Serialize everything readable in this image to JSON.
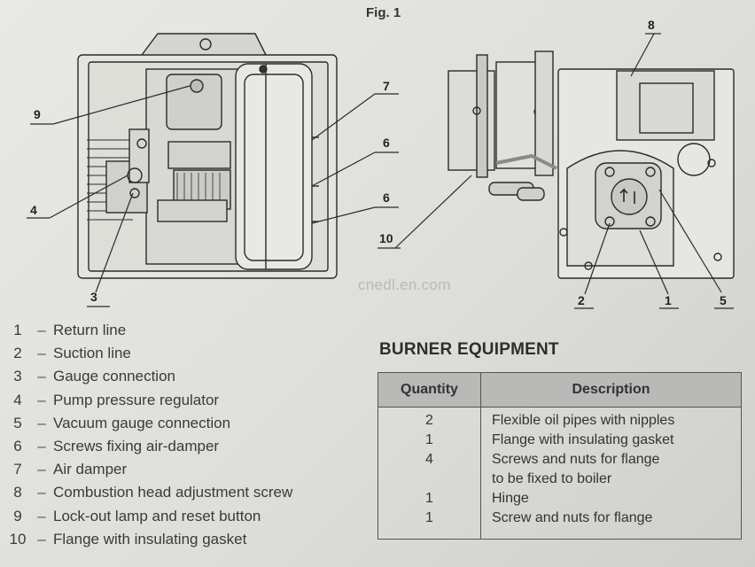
{
  "figure": {
    "title": "Fig. 1",
    "callouts": {
      "left": [
        "9",
        "4",
        "3",
        "7",
        "6",
        "6"
      ],
      "right": [
        "10",
        "8",
        "2",
        "1",
        "5"
      ]
    }
  },
  "watermark": "cnedl.en.com",
  "legend": [
    {
      "num": "1",
      "text": "Return line"
    },
    {
      "num": "2",
      "text": "Suction line"
    },
    {
      "num": "3",
      "text": "Gauge connection"
    },
    {
      "num": "4",
      "text": "Pump pressure regulator"
    },
    {
      "num": "5",
      "text": "Vacuum gauge connection"
    },
    {
      "num": "6",
      "text": "Screws fixing air-damper"
    },
    {
      "num": "7",
      "text": "Air damper"
    },
    {
      "num": "8",
      "text": "Combustion head adjustment screw"
    },
    {
      "num": "9",
      "text": "Lock-out lamp and reset button"
    },
    {
      "num": "10",
      "text": "Flange with insulating gasket"
    }
  ],
  "equipment": {
    "title": "BURNER EQUIPMENT",
    "headers": {
      "quantity": "Quantity",
      "description": "Description"
    },
    "rows": [
      {
        "qty": "2",
        "desc": "Flexible oil pipes with nipples"
      },
      {
        "qty": "1",
        "desc": "Flange with insulating gasket"
      },
      {
        "qty": "4",
        "desc": "Screws and nuts for flange"
      },
      {
        "qty": "",
        "desc": "to be fixed to boiler"
      },
      {
        "qty": "1",
        "desc": "Hinge"
      },
      {
        "qty": "1",
        "desc": "Screw and nuts for flange"
      }
    ]
  }
}
